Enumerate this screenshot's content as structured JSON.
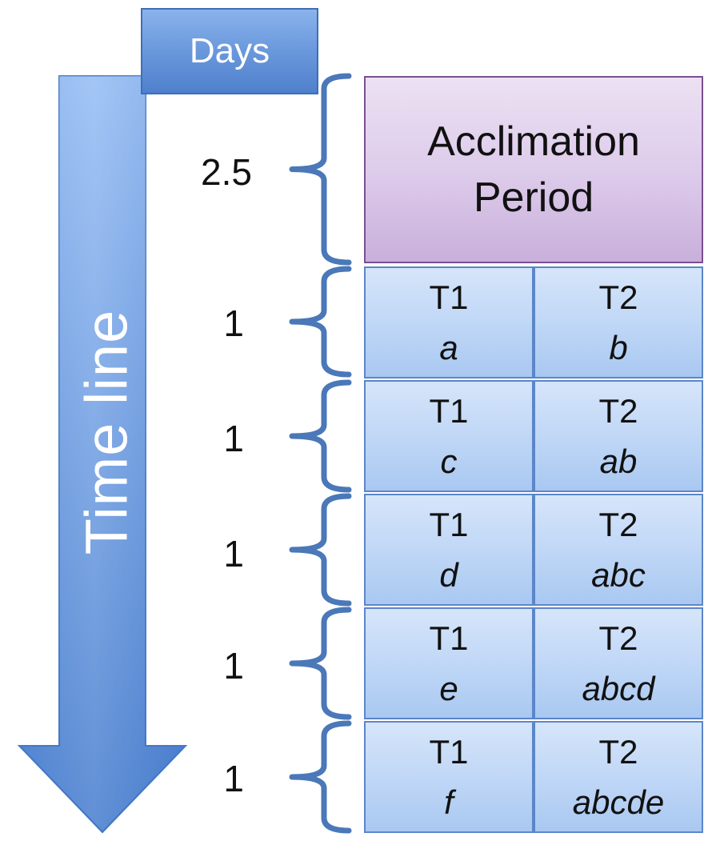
{
  "header": {
    "days_label": "Days"
  },
  "timeline_label": "Time line",
  "acclimation": {
    "line1": "Acclimation",
    "line2": "Period"
  },
  "rows": [
    {
      "days": "1",
      "t1_label": "T1",
      "t1_group": "a",
      "t2_label": "T2",
      "t2_group": "b"
    },
    {
      "days": "1",
      "t1_label": "T1",
      "t1_group": "c",
      "t2_label": "T2",
      "t2_group": "ab"
    },
    {
      "days": "1",
      "t1_label": "T1",
      "t1_group": "d",
      "t2_label": "T2",
      "t2_group": "abc"
    },
    {
      "days": "1",
      "t1_label": "T1",
      "t1_group": "e",
      "t2_label": "T2",
      "t2_group": "abcd"
    },
    {
      "days": "1",
      "t1_label": "T1",
      "t1_group": "f",
      "t2_label": "T2",
      "t2_group": "abcde"
    }
  ],
  "acclimation_days": "2.5",
  "colors": {
    "arrow_light": "#9ec2f5",
    "arrow_dark": "#3a72c4",
    "bracket": "#4a78b8",
    "acclimation_fill": "#dccaea",
    "cell_fill": "#bed6f6"
  },
  "icons": {
    "timeline_arrow": "down-arrow-icon"
  }
}
